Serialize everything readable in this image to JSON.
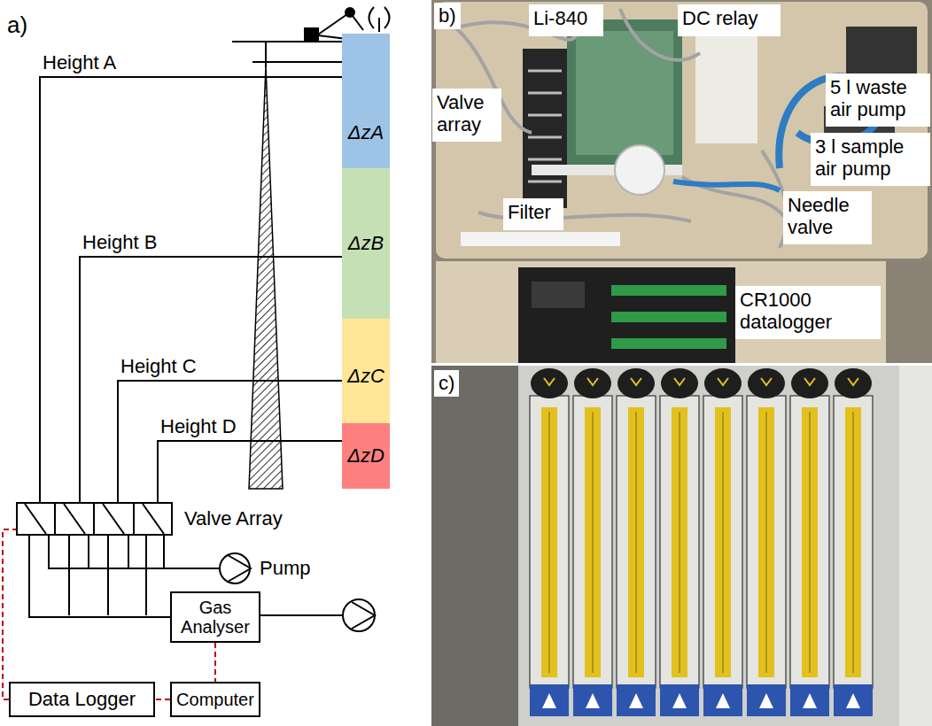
{
  "diagram": {
    "nodes": [
      {
        "text": [
          "ΔzA"
        ]
      },
      {
        "text": [
          "ΔzB"
        ]
      },
      {
        "text": [
          "ΔzC"
        ]
      },
      {
        "text": [
          "ΔzD"
        ]
      },
      {
        "text": [
          "Valve Array"
        ]
      },
      {
        "text": [
          "Pump"
        ]
      },
      {
        "text": [
          "Gas Analyser"
        ]
      },
      {
        "text": [
          "Data Logger"
        ]
      },
      {
        "text": [
          "Computer"
        ]
      },
      {
        "text": [
          "Li-840"
        ]
      },
      {
        "text": [
          "DC relay"
        ]
      },
      {
        "text": [
          "Valve array"
        ]
      },
      {
        "text": [
          "5 l waste air pump"
        ]
      },
      {
        "text": [
          "3 l sample air pump"
        ]
      },
      {
        "text": [
          "Filter"
        ]
      },
      {
        "text": [
          "Needle valve"
        ]
      },
      {
        "text": [
          "CR1000 datalogger"
        ]
      }
    ],
    "edges": [
      {
        "from": 0,
        "to": 4,
        "label": "Height A",
        "arrow": "none"
      },
      {
        "from": 1,
        "to": 4,
        "label": "Height B",
        "arrow": "none"
      },
      {
        "from": 2,
        "to": 4,
        "label": "Height C",
        "arrow": "none"
      },
      {
        "from": 3,
        "to": 4,
        "label": "Height D",
        "arrow": "none"
      },
      {
        "from": 4,
        "to": 5,
        "arrow": "none"
      },
      {
        "from": 4,
        "to": 6,
        "arrow": "none"
      },
      {
        "from": 6,
        "to": 8,
        "arrow": "none"
      },
      {
        "from": 8,
        "to": 7,
        "arrow": "none"
      },
      {
        "from": 7,
        "to": 4,
        "arrow": "none"
      }
    ],
    "labels": [
      "a)",
      "b)",
      "c)"
    ]
  }
}
